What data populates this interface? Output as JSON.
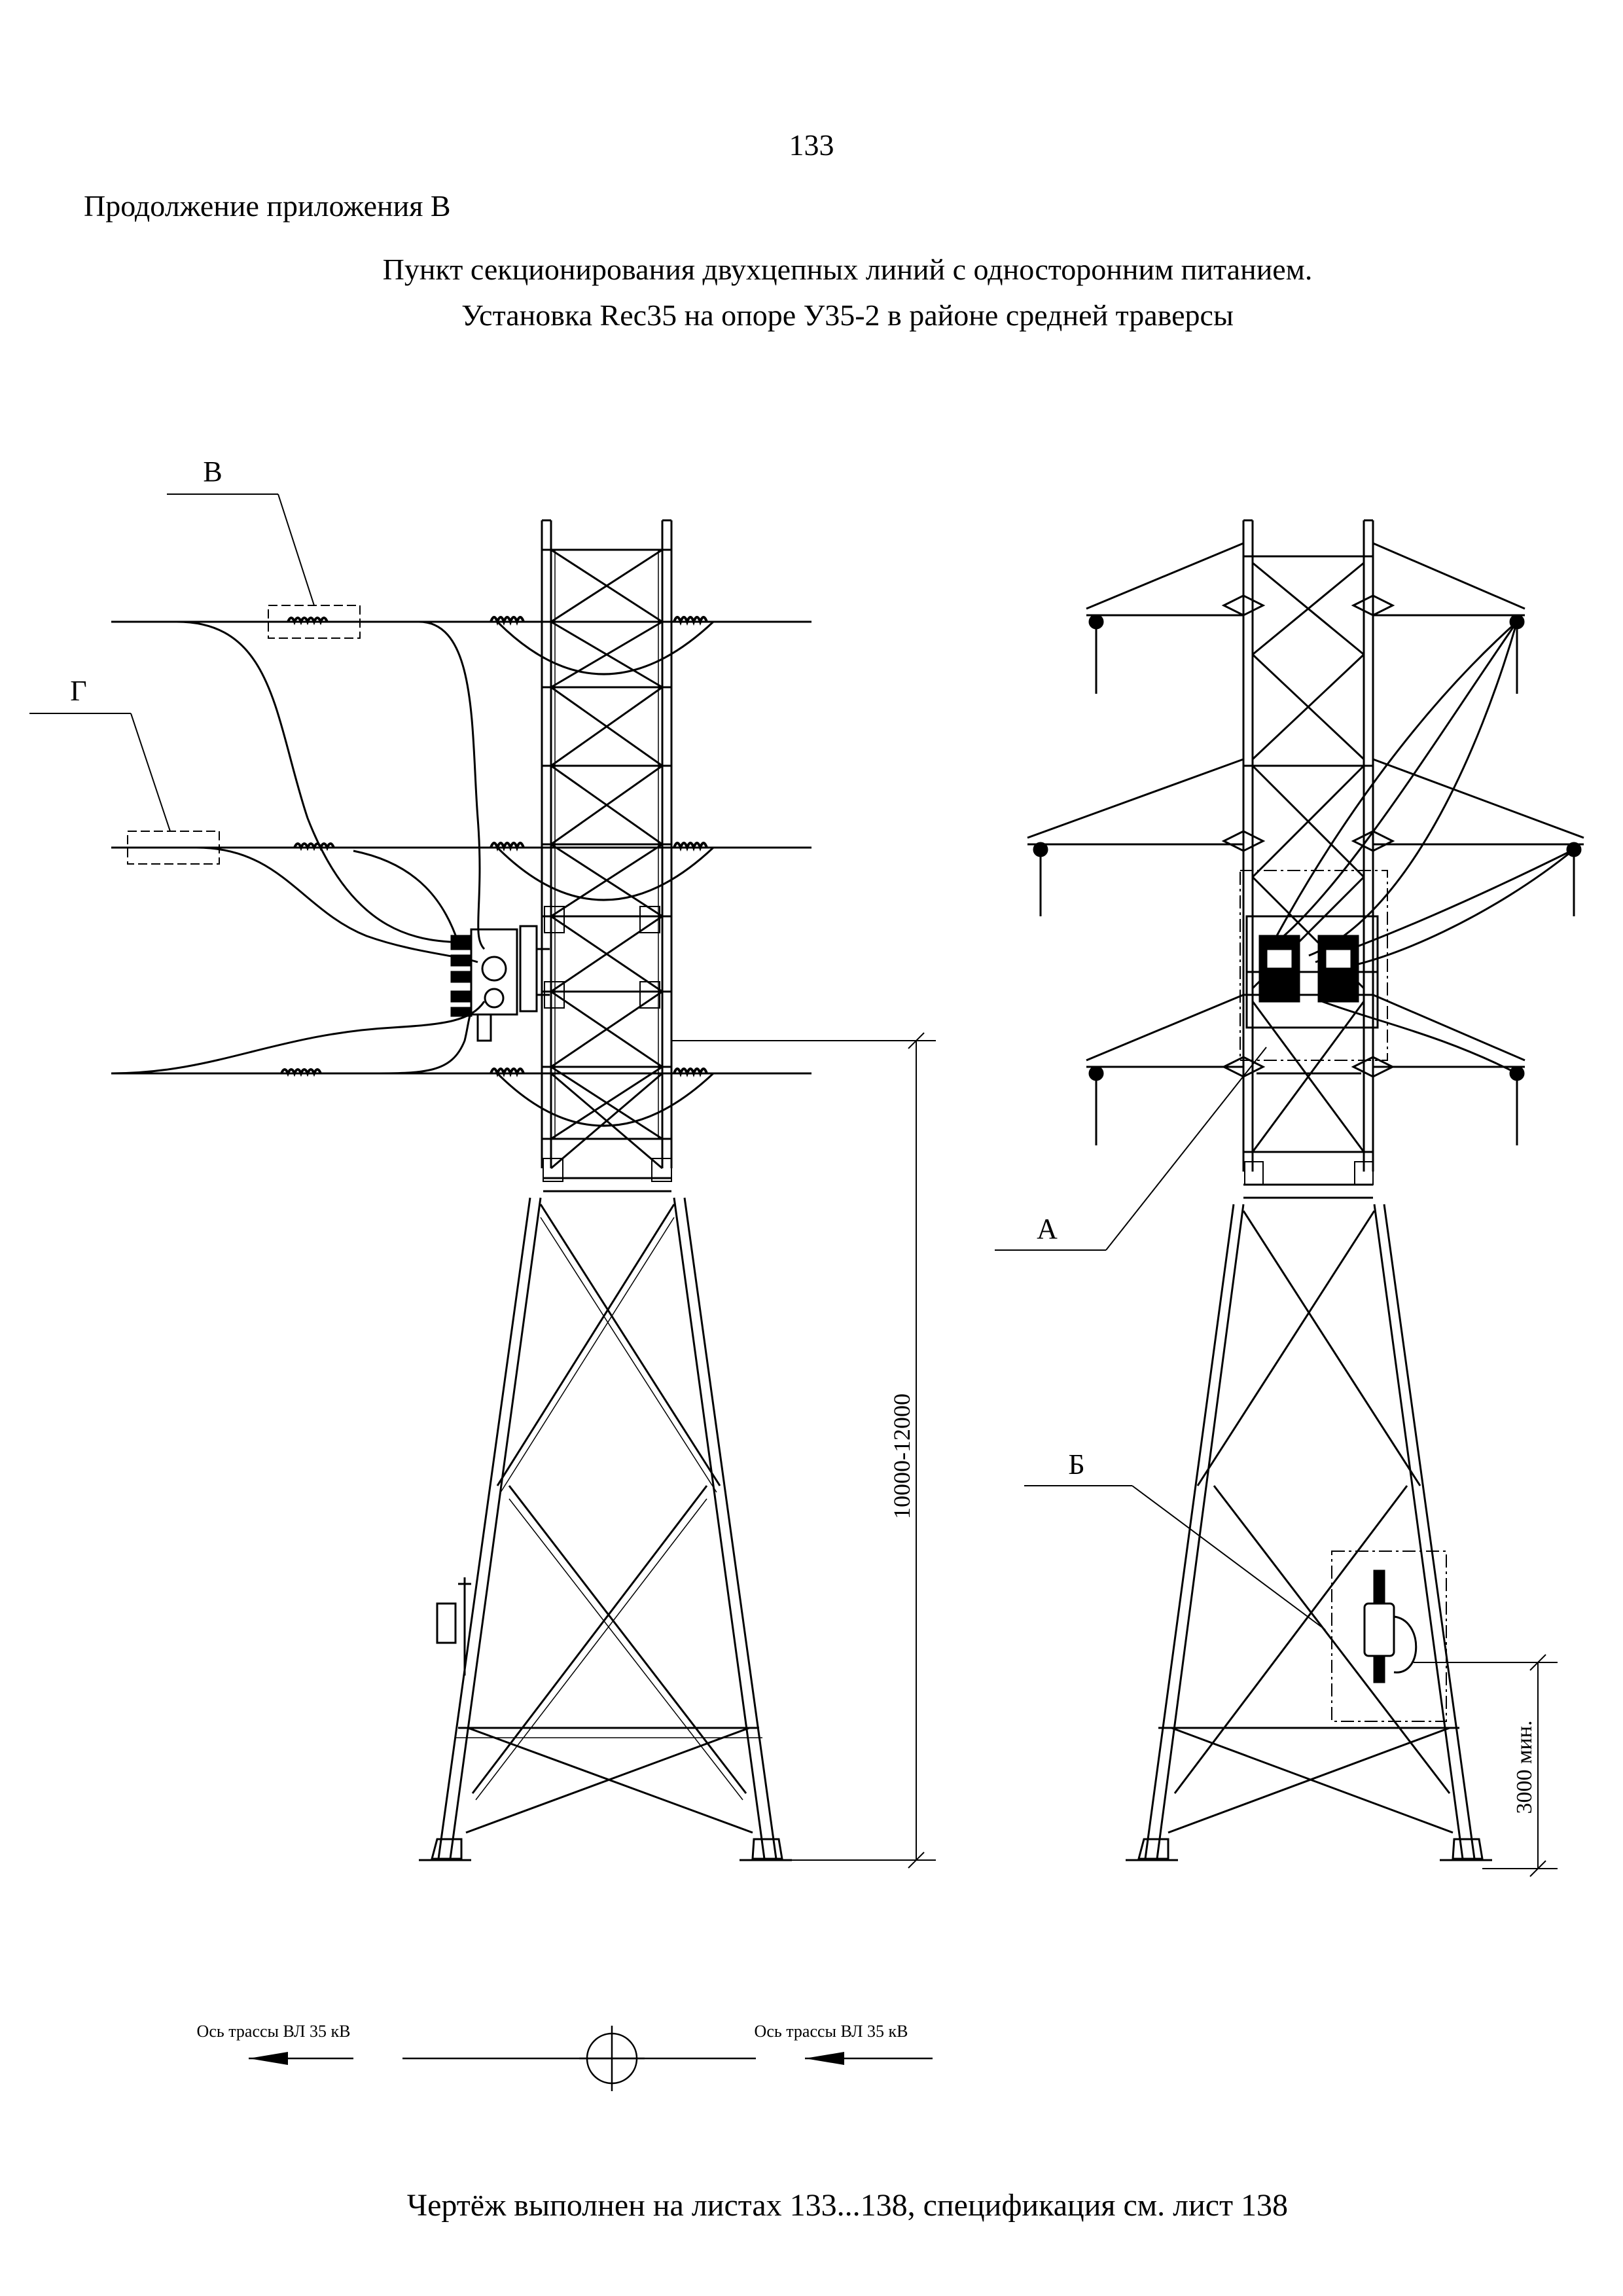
{
  "page": {
    "number": "133",
    "continuation": "Продолжение приложения В",
    "title_line1": "Пункт секционирования двухцепных линий с односторонним питанием.",
    "title_line2": "Установка Rec35 на опоре У35-2 в районе средней траверсы",
    "footer": "Чертёж выполнен на листах 133...138, спецификация см. лист 138"
  },
  "drawing": {
    "callouts": {
      "v": "В",
      "g": "Г",
      "a": "А",
      "b": "Б"
    },
    "dimensions": {
      "height": "10000-12000",
      "min_height": "3000 мин."
    },
    "axis": {
      "left_label": "Ось трассы ВЛ 35 кВ",
      "right_label": "Ось трассы ВЛ 35 кВ"
    }
  }
}
